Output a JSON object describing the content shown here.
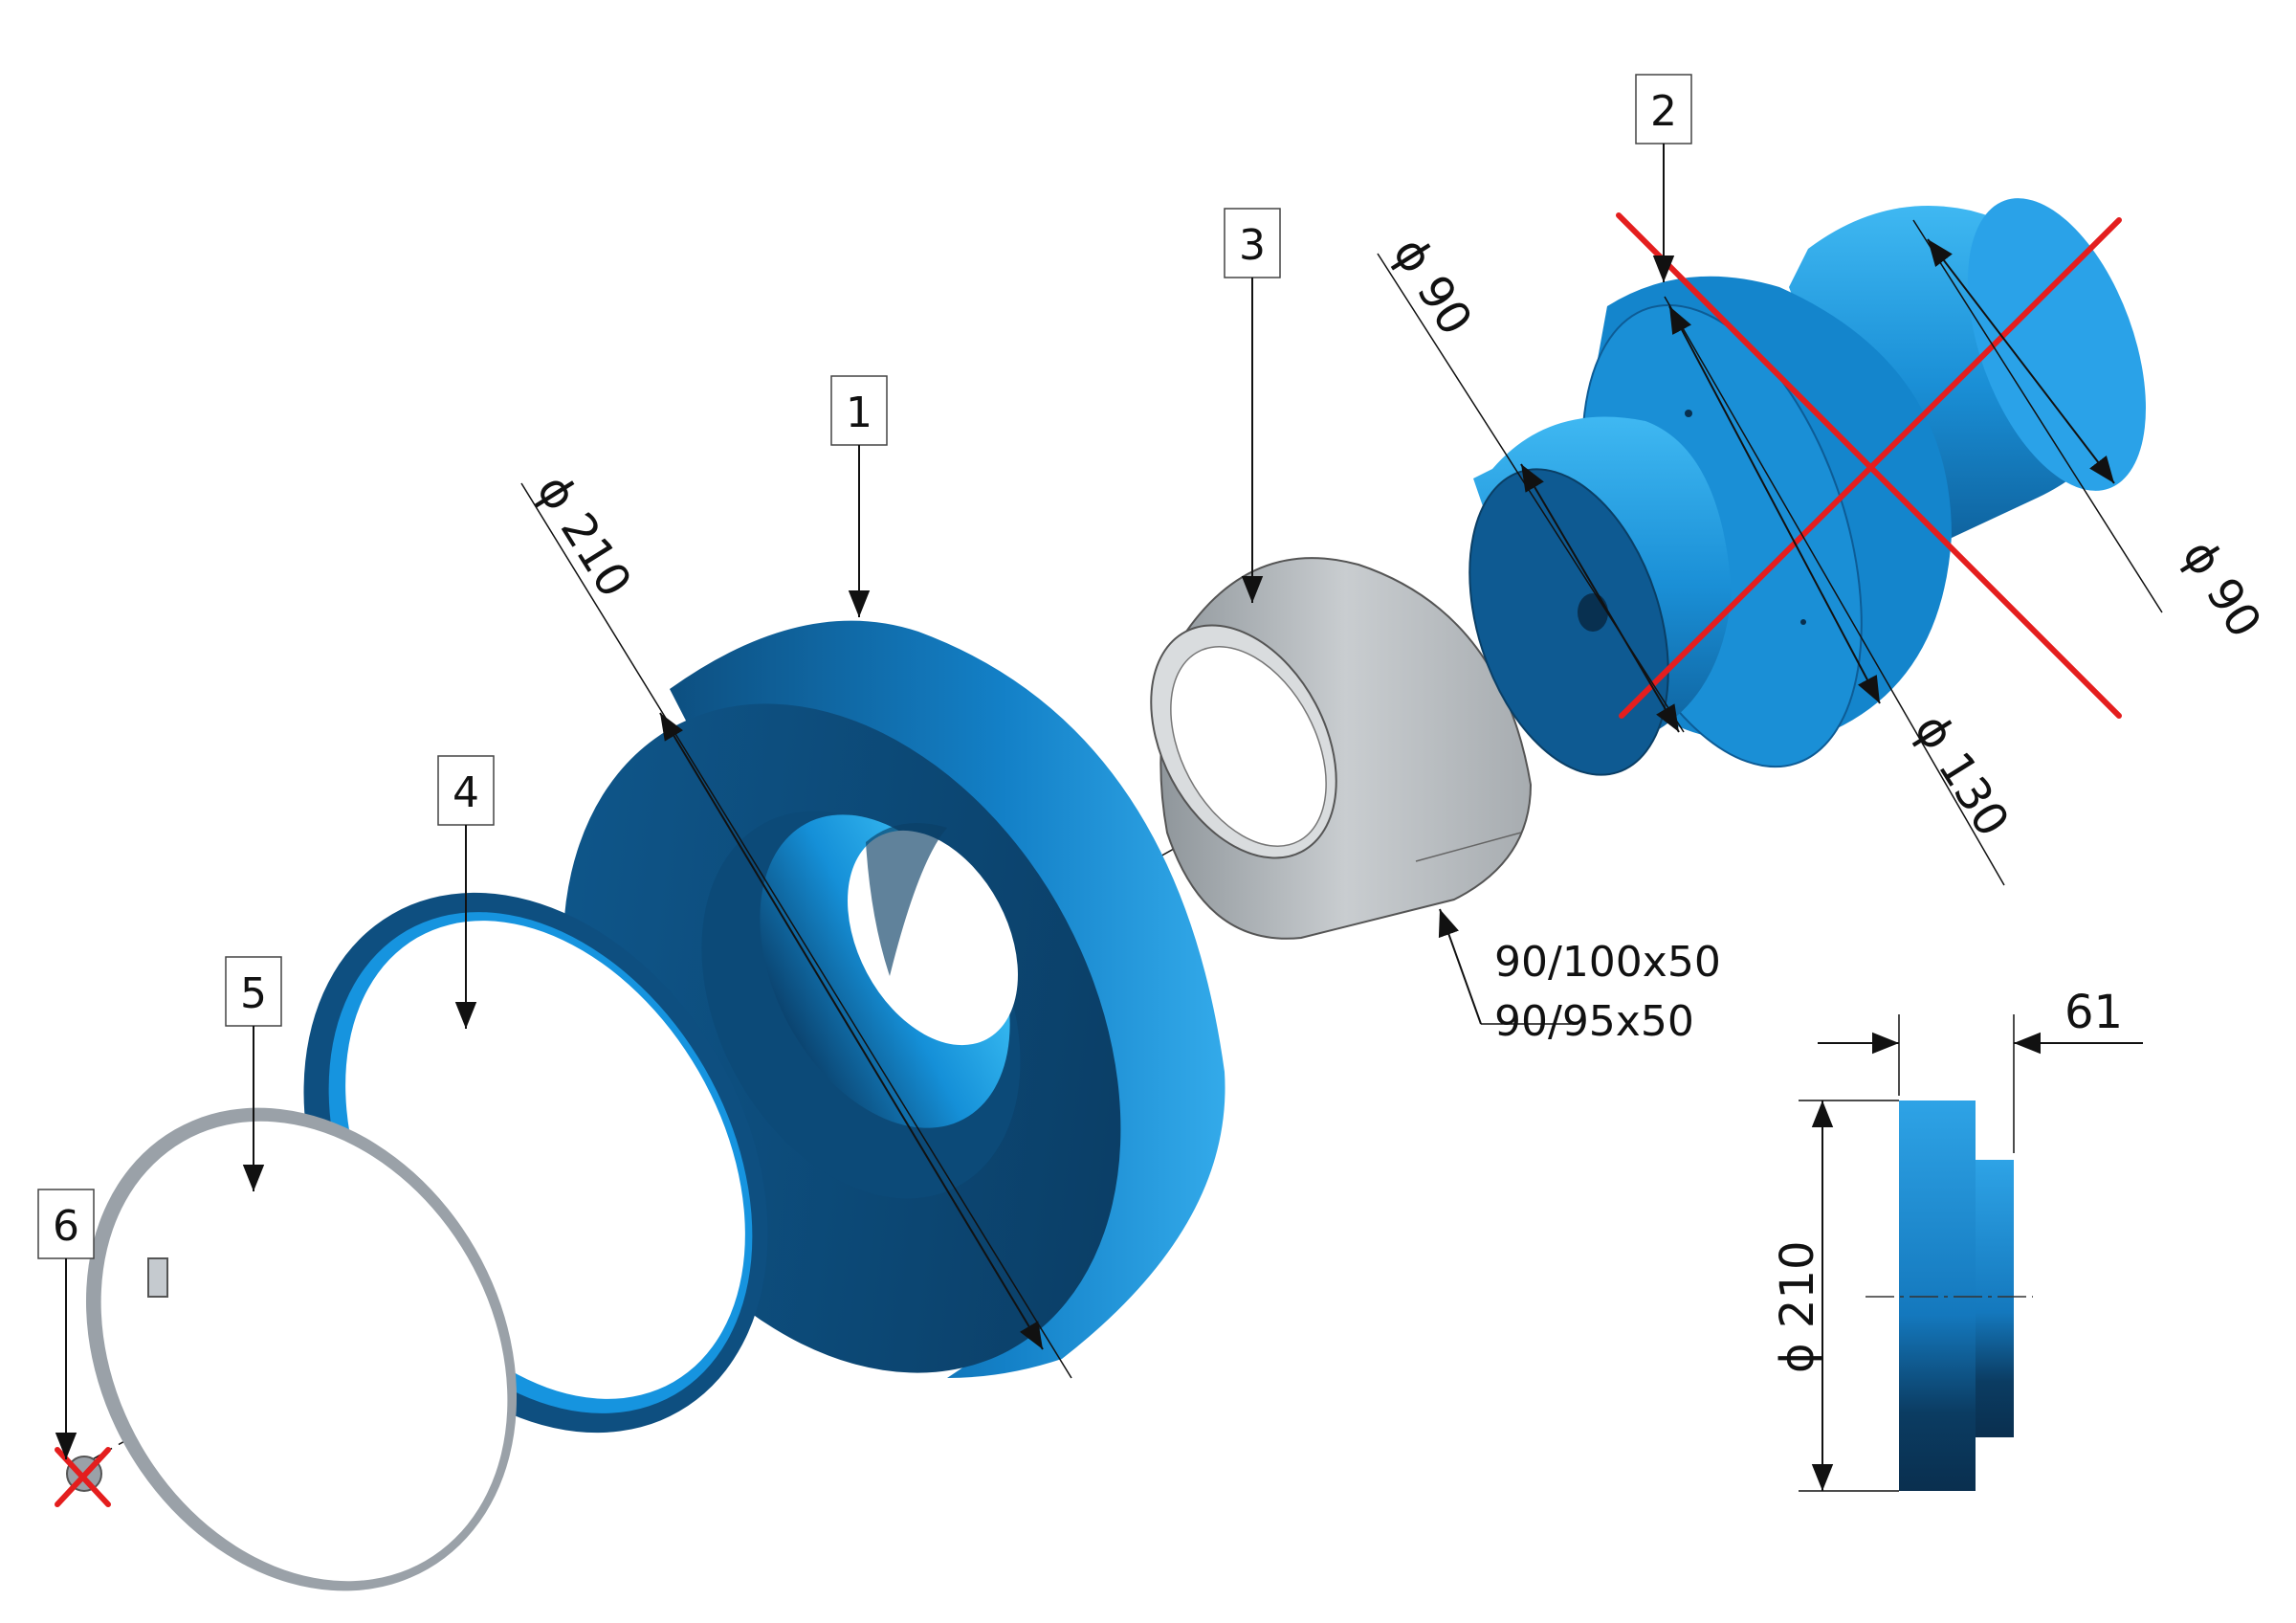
{
  "colors": {
    "part_blue_light": "#33aaea",
    "part_blue_mid": "#1380c7",
    "part_blue_dark": "#0b3f66",
    "bushing_grey": "#b9bec2",
    "cross_red": "#e41e1e",
    "line": "#111111"
  },
  "callouts": {
    "c1": "1",
    "c2": "2",
    "c3": "3",
    "c4": "4",
    "c5": "5",
    "c6": "6"
  },
  "dimensions": {
    "disk_diameter": "ϕ 210",
    "bore_diameter": "ϕ 90",
    "shaft_diameter": "ϕ 90",
    "flange_diameter": "ϕ 130",
    "bushing_size_1": "90/100x50",
    "bushing_size_2": "90/95x50",
    "side_width": "61",
    "side_diameter": "ϕ 210"
  },
  "crossed_out_parts": [
    "2",
    "6"
  ]
}
